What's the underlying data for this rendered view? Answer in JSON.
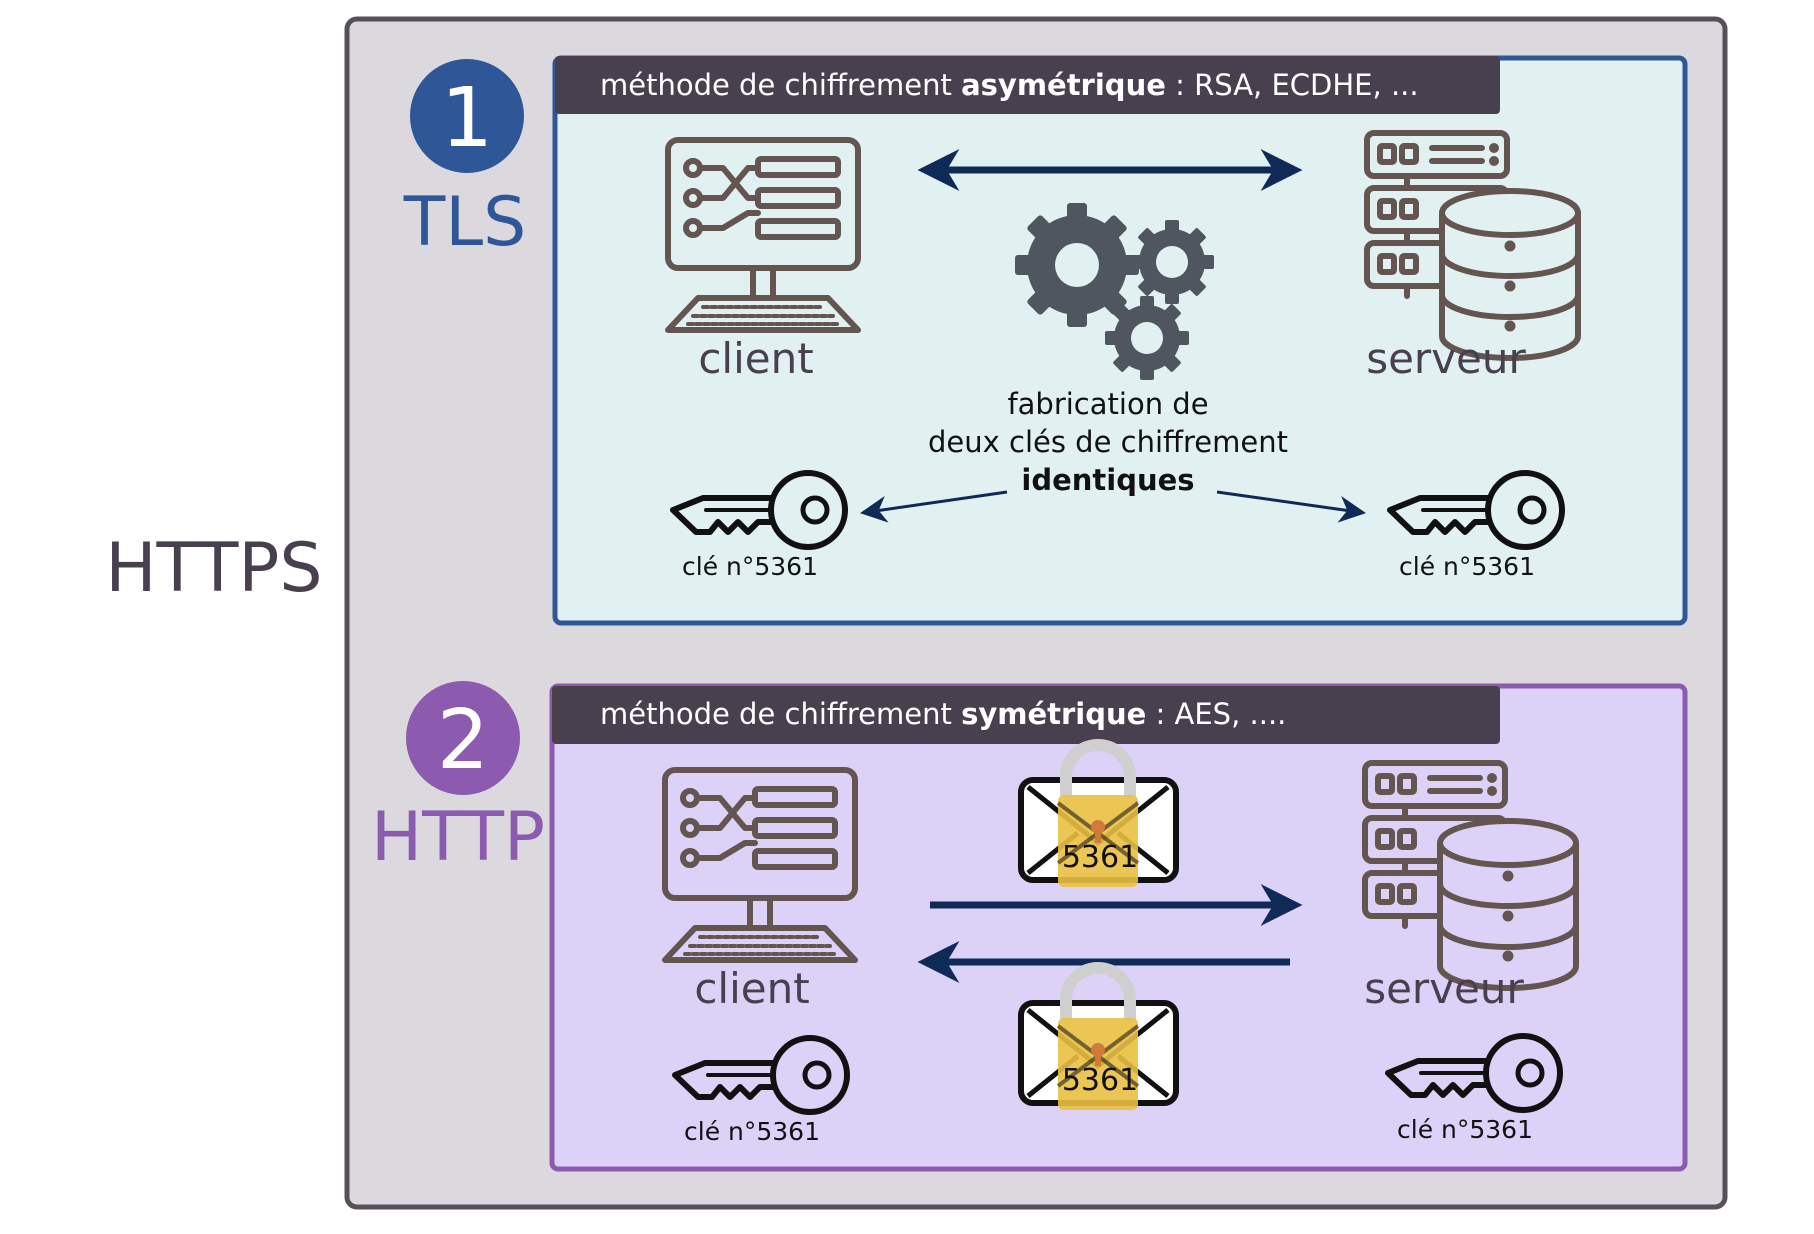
{
  "outer_label": "HTTPS",
  "colors": {
    "outer_bg": "#dcd9de",
    "outer_border": "#55505a",
    "tls_accent": "#2f5797",
    "tls_bg": "#e1f1f2",
    "http_accent": "#8c5aaf",
    "http_bg": "#dcd2f8",
    "header_bg": "#48404f",
    "icon_stroke": "#655550",
    "arrow": "#102a58",
    "gear": "#4f565f",
    "lock": "#eac041"
  },
  "tls": {
    "step_number": "1",
    "protocol": "TLS",
    "header_prefix": "méthode de chiffrement ",
    "header_bold": "asymétrique",
    "header_suffix": " : RSA, ECDHE, ...",
    "client_label": "client",
    "server_label": "serveur",
    "gears_caption_line1": "fabrication de",
    "gears_caption_line2": "deux clés de chiffrement",
    "gears_caption_bold": "identiques",
    "client_key_label": "clé n°5361",
    "server_key_label": "clé n°5361"
  },
  "http": {
    "step_number": "2",
    "protocol": "HTTP",
    "header_prefix": "méthode de chiffrement ",
    "header_bold": "symétrique",
    "header_suffix": " : AES, ....",
    "client_label": "client",
    "server_label": "serveur",
    "envelope_top_number": "5361",
    "envelope_bottom_number": "5361",
    "client_key_label": "clé n°5361",
    "server_key_label": "clé n°5361"
  }
}
